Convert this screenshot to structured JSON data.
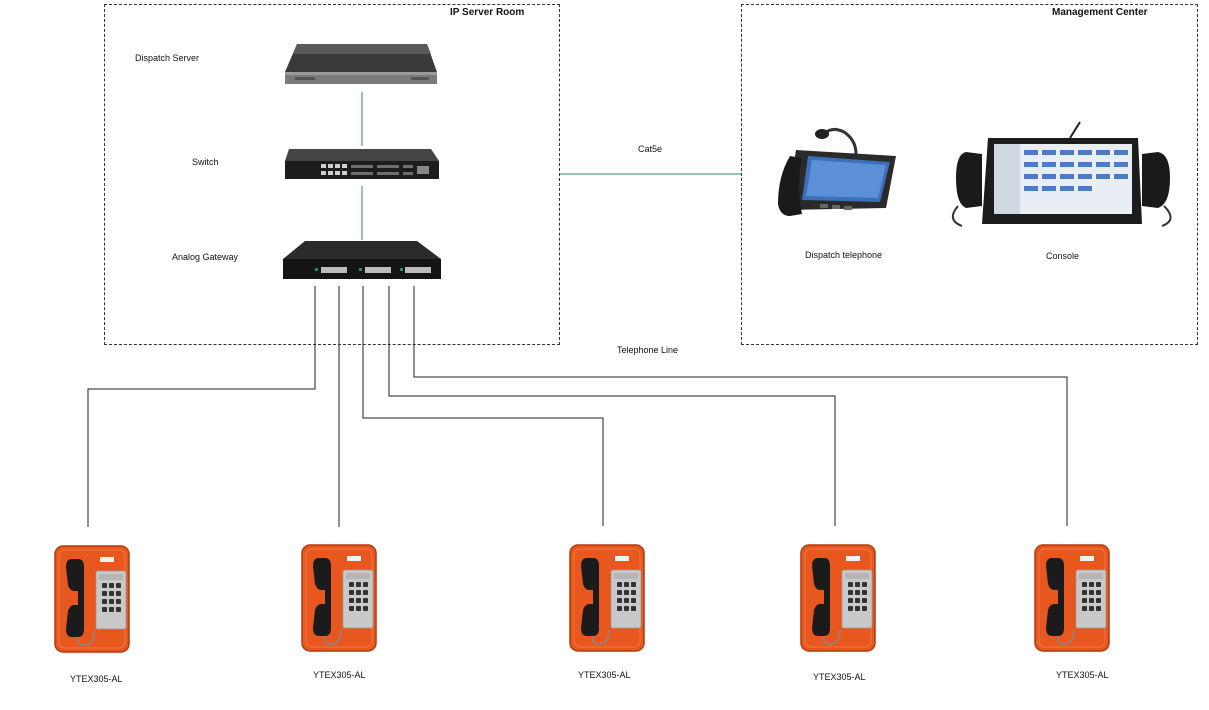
{
  "diagram": {
    "regions": {
      "server_room": "IP Server Room",
      "management_center": "Management Center"
    },
    "devices": {
      "dispatch_server": "Dispatch Server",
      "switch": "Switch",
      "analog_gateway": "Analog Gateway",
      "dispatch_telephone": "Dispatch telephone",
      "console": "Console"
    },
    "links": {
      "cat5e": "Cat5e",
      "telephone_line": "Telephone Line"
    },
    "phones": [
      {
        "label": "YTEX305-AL"
      },
      {
        "label": "YTEX305-AL"
      },
      {
        "label": "YTEX305-AL"
      },
      {
        "label": "YTEX305-AL"
      },
      {
        "label": "YTEX305-AL"
      }
    ],
    "colors": {
      "network_link": "#2e8b57",
      "phone_line": "#222222",
      "phone_body": "#e8571e",
      "device_body": "#1f1f1f"
    }
  }
}
